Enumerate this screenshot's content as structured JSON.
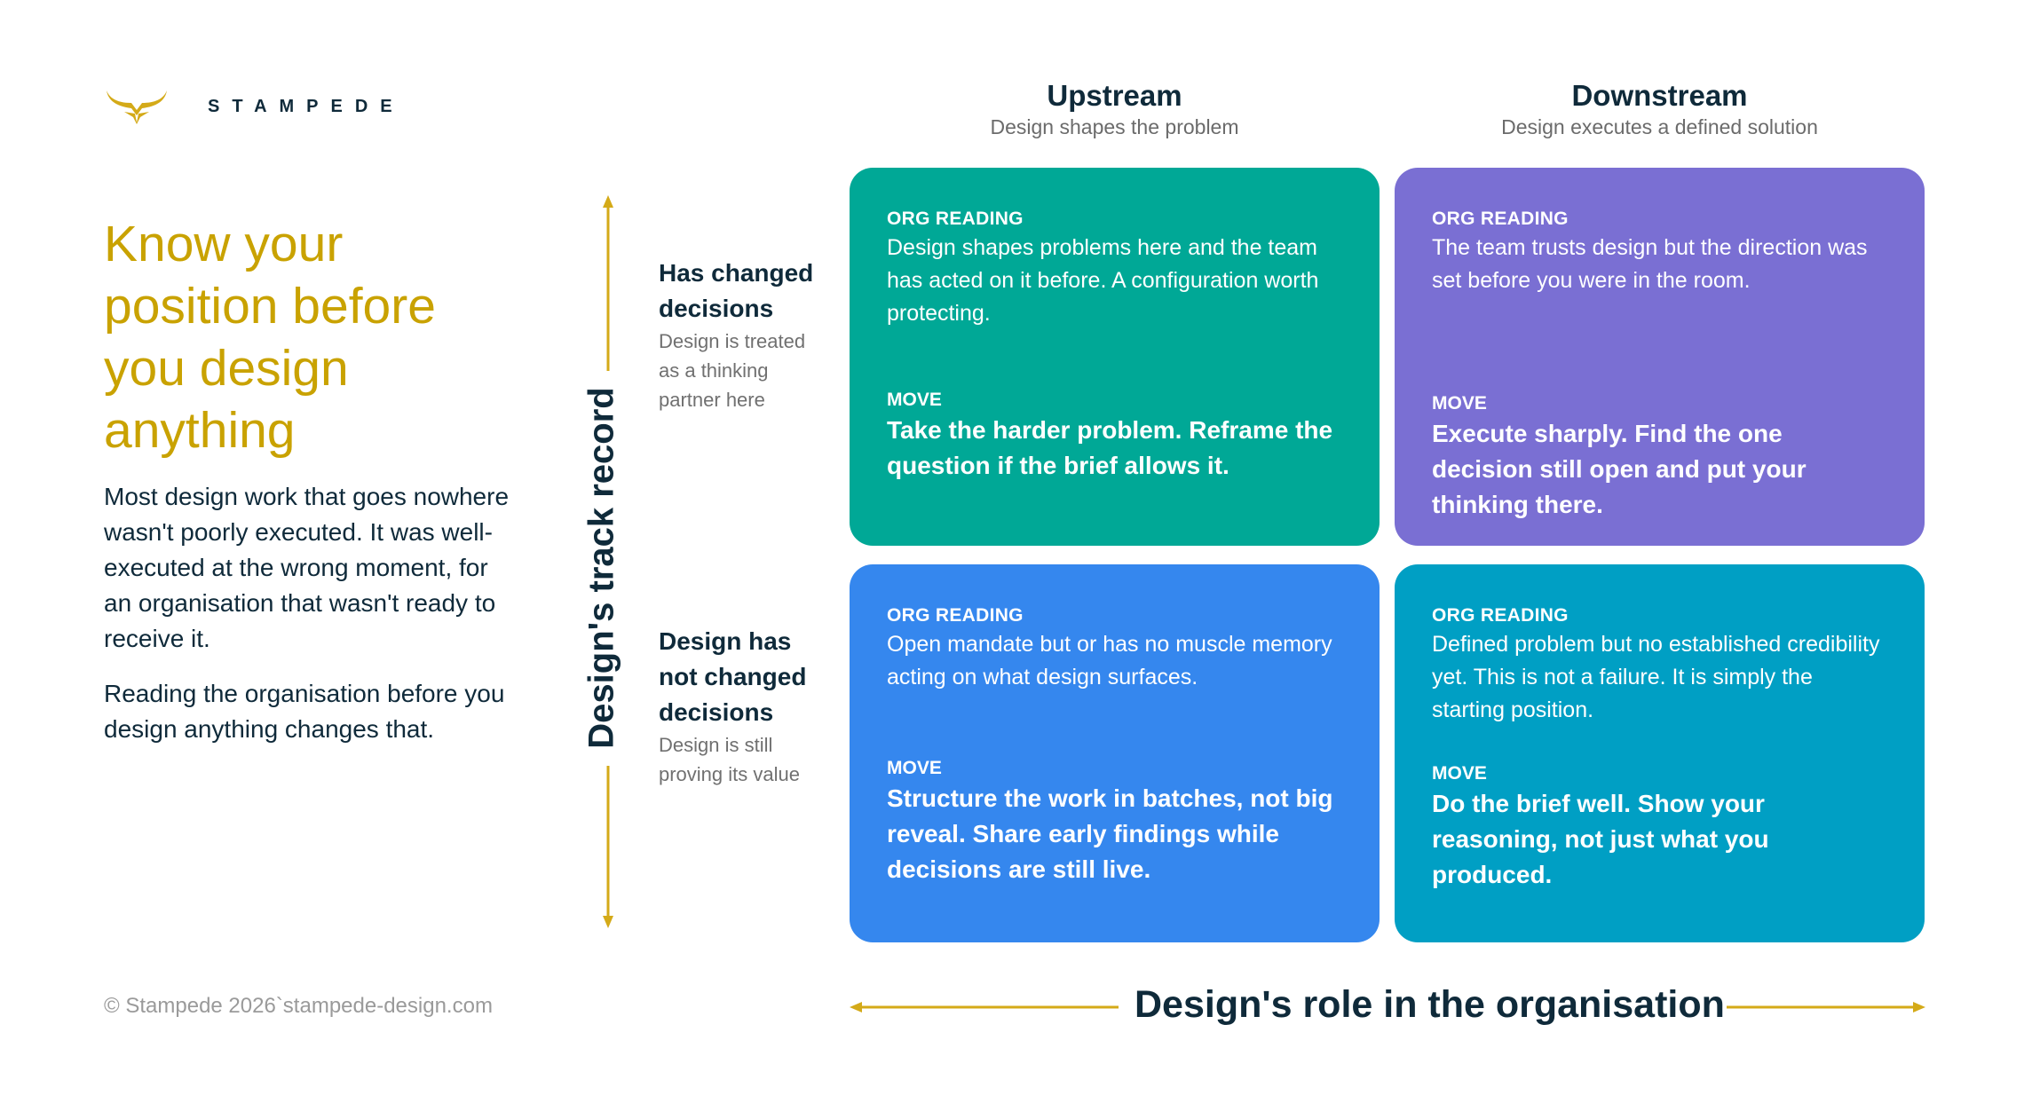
{
  "brand": {
    "name": "STAMPEDE",
    "logo_icon": "bull-horns-icon",
    "accent_color": "#c9a200"
  },
  "headline": "Know your position before you design anything",
  "body": [
    "Most design work that goes nowhere wasn't poorly executed. It was well-executed at the wrong moment, for an organisation that wasn't ready to receive it.",
    "Reading the organisation before you design anything changes that."
  ],
  "footer": "© Stampede 2026`stampede-design.com",
  "columns": [
    {
      "title": "Upstream",
      "subtitle": "Design shapes the problem"
    },
    {
      "title": "Downstream",
      "subtitle": "Design executes a defined solution"
    }
  ],
  "rows": [
    {
      "title": "Has changed decisions",
      "subtitle": "Design is treated as a thinking partner here"
    },
    {
      "title": "Design has not changed decisions",
      "subtitle": "Design is still proving its value"
    }
  ],
  "axes": {
    "vertical": "Design's track record",
    "horizontal": "Design's role in the organisation"
  },
  "cards": [
    {
      "color": "#00a896",
      "reading_label": "ORG READING",
      "reading": "Design shapes problems here and the team has acted on it before. A configuration worth protecting.",
      "move_label": "MOVE",
      "move": "Take the harder problem. Reframe the question if the brief allows it."
    },
    {
      "color": "#7a6fd3",
      "reading_label": "ORG READING",
      "reading": "The team trusts design but the direction was set before you were in the room.",
      "move_label": "MOVE",
      "move": "Execute sharply. Find the one decision still open and put your thinking there."
    },
    {
      "color": "#3587ee",
      "reading_label": "ORG READING",
      "reading": "Open mandate but or has no muscle memory acting on what design surfaces.",
      "move_label": "MOVE",
      "move": "Structure the work in batches, not big reveal. Share early findings while decisions are still live."
    },
    {
      "color": "#009fc4",
      "reading_label": "ORG READING",
      "reading": "Defined problem but no established credibility yet. This is not a failure. It is simply the starting position.",
      "move_label": "MOVE",
      "move": "Do the brief well. Show your reasoning, not just what you produced."
    }
  ]
}
